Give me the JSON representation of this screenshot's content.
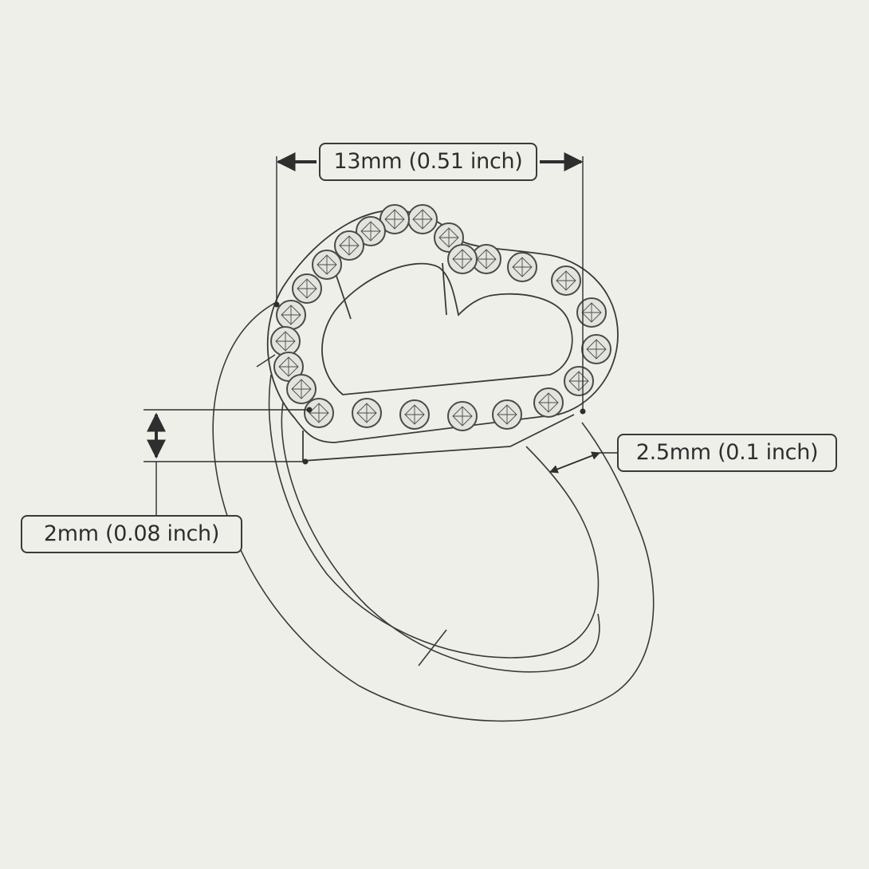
{
  "dimensions": {
    "setting_width": "13mm (0.51 inch)",
    "band_width": "2.5mm (0.1 inch)",
    "setting_height": "2mm (0.08 inch)"
  },
  "colors": {
    "background": "#efefea",
    "line": "#3a3a3a",
    "stone": "#4a4a4a"
  }
}
